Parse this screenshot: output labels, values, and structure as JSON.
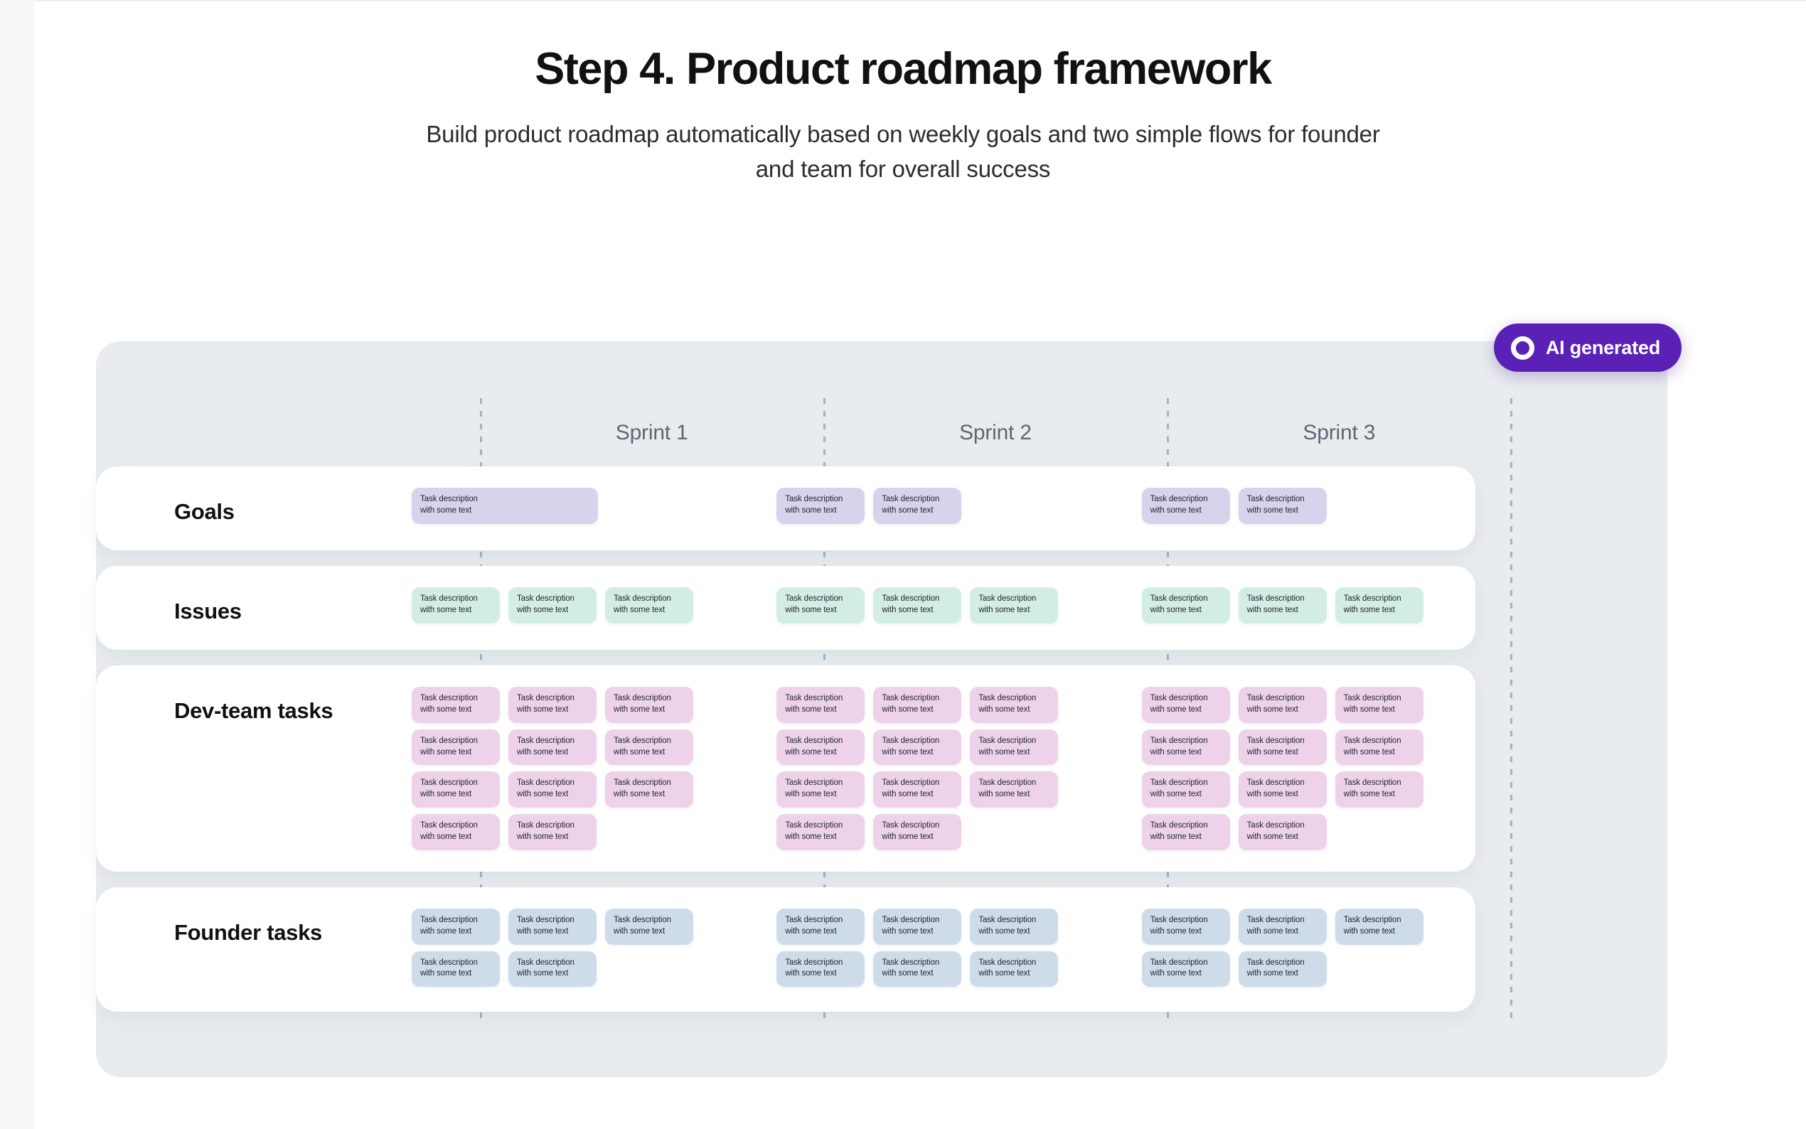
{
  "header": {
    "title": "Step 4. Product roadmap framework",
    "subtitle": "Build product roadmap automatically based on weekly goals and two simple flows for founder and team for overall success"
  },
  "badge": {
    "label": "AI generated",
    "icon": "ring-icon",
    "color": "#5B21B6"
  },
  "board": {
    "background": "#E8ECEF",
    "columns": [
      {
        "label": "Sprint 1"
      },
      {
        "label": "Sprint 2"
      },
      {
        "label": "Sprint 3"
      }
    ],
    "card_text": {
      "line1": "Task description",
      "line2": "with some text"
    },
    "rows": [
      {
        "label": "Goals",
        "card_color": "#D8D2EC",
        "lanes": [
          {
            "count": 1,
            "wide": true
          },
          {
            "count": 2
          },
          {
            "count": 2
          }
        ]
      },
      {
        "label": "Issues",
        "card_color": "#D2EDE4",
        "lanes": [
          {
            "count": 3
          },
          {
            "count": 3
          },
          {
            "count": 3
          }
        ]
      },
      {
        "label": "Dev-team tasks",
        "card_color": "#EED2EA",
        "lanes": [
          {
            "count": 11
          },
          {
            "count": 11
          },
          {
            "count": 11
          }
        ]
      },
      {
        "label": "Founder tasks",
        "card_color": "#CEDCE9",
        "lanes": [
          {
            "count": 5
          },
          {
            "count": 6
          },
          {
            "count": 5
          }
        ]
      }
    ]
  }
}
